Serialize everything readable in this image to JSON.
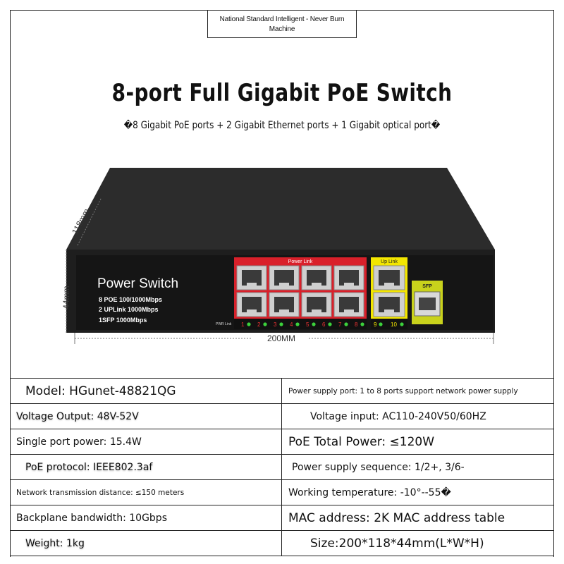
{
  "tagline": "National Standard Intelligent - Never Burn Machine",
  "title": "8-port Full Gigabit PoE Switch",
  "subtitle": "�8 Gigabit PoE ports + 2 Gigabit Ethernet ports + 1 Gigabit optical port�",
  "device": {
    "brand": "Power Switch",
    "line1": "8 POE 100/1000Mbps",
    "line2": "2 UPLink 1000Mbps",
    "line3": "1SFP 1000Mbps",
    "power_link_label": "Power Link",
    "uplink_label": "Up Link",
    "sfp_label": "SFP",
    "pwr_link_label": "PWR Link",
    "port_numbers": [
      "1",
      "2",
      "3",
      "4",
      "5",
      "6",
      "7",
      "8"
    ],
    "uplink_numbers": [
      "9",
      "10"
    ],
    "colors": {
      "body": "#2a2a2a",
      "poe_panel": "#d9202a",
      "uplink_panel": "#f3e600",
      "led": "#3cd23c"
    }
  },
  "dimensions": {
    "depth": "118mm",
    "height": "44mm",
    "width": "200MM"
  },
  "specs": [
    {
      "left": "Model: HGunet-48821QG",
      "right": "Power supply port: 1 to 8 ports support network power supply"
    },
    {
      "left": "Voltage Output: 48V-52V",
      "right": "Voltage input: AC110-240V50/60HZ"
    },
    {
      "left": "Single port power: 15.4W",
      "right": "PoE Total Power: ≤120W"
    },
    {
      "left": "PoE protocol: IEEE802.3af",
      "right": "Power supply sequence: 1/2+, 3/6-"
    },
    {
      "left": "Network transmission distance: ≤150 meters",
      "right": "Working temperature: -10°--55�"
    },
    {
      "left": "Backplane bandwidth: 10Gbps",
      "right": "MAC address: 2K MAC address table"
    },
    {
      "left": "Weight: 1kg",
      "right": "Size:200*118*44mm(L*W*H)"
    }
  ]
}
